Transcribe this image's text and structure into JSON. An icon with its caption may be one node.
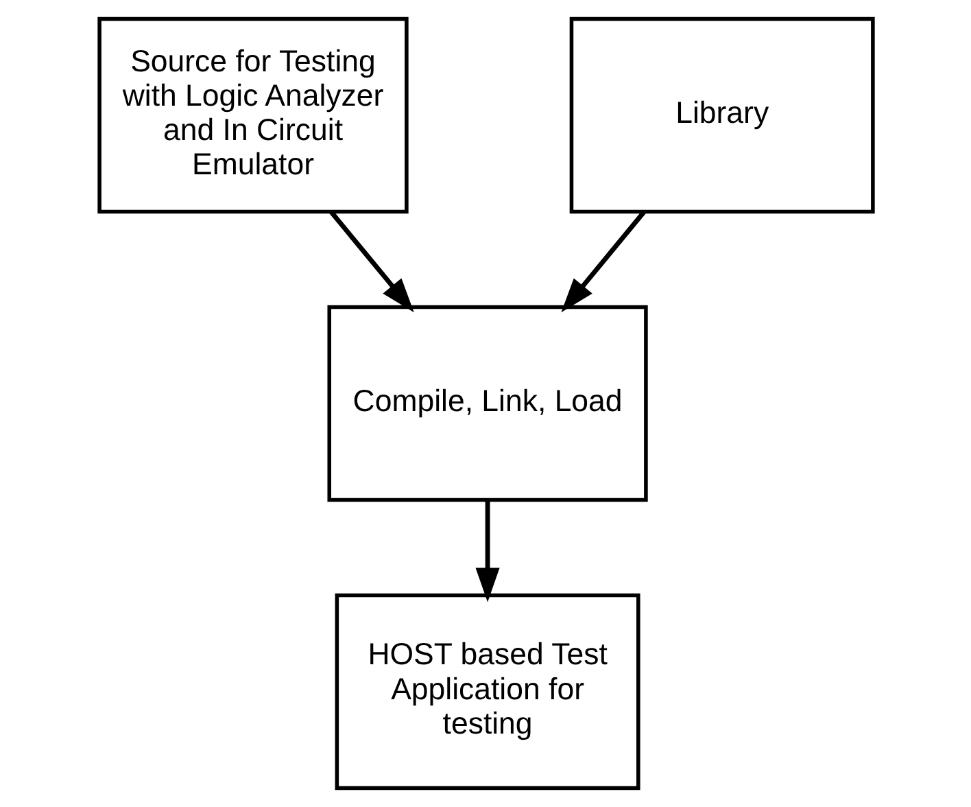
{
  "diagram": {
    "nodes": [
      {
        "text": [
          "Source for Testing with Logic Analyzer and In Circuit Emulator"
        ]
      },
      {
        "text": [
          "Library"
        ]
      },
      {
        "text": [
          "Compile, Link, Load"
        ]
      },
      {
        "text": [
          "HOST based Test Application for testing"
        ]
      }
    ],
    "edges": [
      {
        "from": 0,
        "to": 2,
        "arrow": "to"
      },
      {
        "from": 1,
        "to": 2,
        "arrow": "to"
      },
      {
        "from": 2,
        "to": 3,
        "arrow": "to"
      }
    ]
  }
}
